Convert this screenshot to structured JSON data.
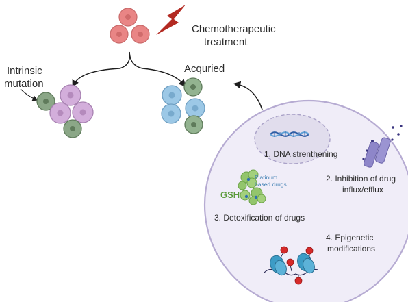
{
  "labels": {
    "chemo_line1": "Chemotherapeutic",
    "chemo_line2": "treatment",
    "intrinsic_line1": "Intrinsic",
    "intrinsic_line2": "mutation",
    "acquired": "Acquried",
    "mech1": "1. DNA strenthening",
    "mech2_line1": "2. Inhibition of drug",
    "mech2_line2": "influx/efflux",
    "mech3": "3. Detoxification of drugs",
    "mech4_line1": "4. Epigenetic",
    "mech4_line2": "modifications",
    "gsh": "GSH",
    "platinum_line1": "Platinum",
    "platinum_line2": "based drugs"
  },
  "colors": {
    "tumor_cell": "#e98585",
    "lightning": "#b32a22",
    "mutant_cell": "#8ba787",
    "intrinsic_cell": "#d3aedb",
    "acquired_cell": "#9cc8e6",
    "resistant_cell": "#93b390",
    "big_cell_fill": "#f0edf8",
    "big_cell_stroke": "#b6abd2",
    "nucleus_fill": "#e1dded",
    "dna_strand_1": "#2d5ba3",
    "dna_strand_2": "#5fa0d6",
    "transporter": "#8e86c9",
    "gsh_cluster": "#93c56c",
    "histone": "#3c9cc6",
    "methyl_group": "#d62a2a"
  },
  "icons": {
    "tumor_cells": "cell-cluster-icon",
    "lightning": "lightning-bolt-icon",
    "dna": "dna-helix-icon",
    "transporter": "membrane-transporter-icon",
    "gsh": "glutathione-cluster-icon",
    "nucleosome": "nucleosome-icon"
  }
}
